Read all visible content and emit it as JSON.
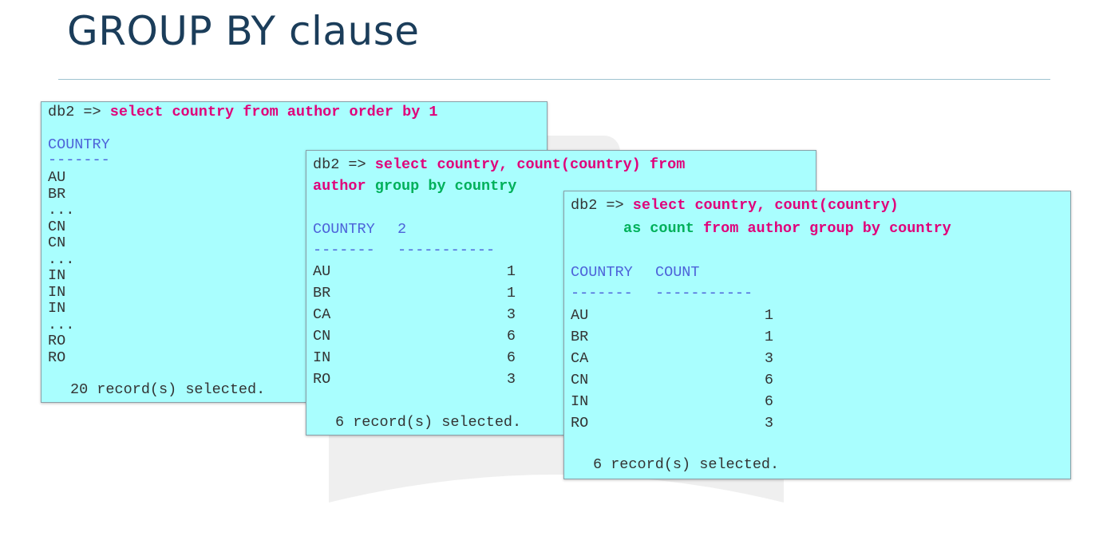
{
  "slide": {
    "title": "GROUP BY clause"
  },
  "colors": {
    "title": "#1b3d5a",
    "terminal_bg": "#a9fefe",
    "keyword": "#e0007a",
    "alias_keyword": "#00b05a",
    "header": "#4d63d9"
  },
  "terminal1": {
    "prompt": "db2 =>",
    "query": "select country from author order by 1",
    "header": "COUNTRY",
    "separator": "-------",
    "rows": [
      "AU",
      "BR",
      "...",
      "CN",
      "CN",
      "...",
      "IN",
      "IN",
      "IN",
      "...",
      "RO",
      "RO"
    ],
    "footer": "20 record(s) selected."
  },
  "terminal2": {
    "prompt": "db2 =>",
    "query_line1": "select country, count(country) from",
    "query_line2_kw1": "author",
    "query_line2_kw2": "group by country",
    "header_col1": "COUNTRY",
    "header_col2": "2",
    "separator_col1": "-------",
    "separator_col2": "-----------",
    "rows": [
      {
        "country": "AU",
        "count": "1"
      },
      {
        "country": "BR",
        "count": "1"
      },
      {
        "country": "CA",
        "count": "3"
      },
      {
        "country": "CN",
        "count": "6"
      },
      {
        "country": "IN",
        "count": "6"
      },
      {
        "country": "RO",
        "count": "3"
      }
    ],
    "footer": "6 record(s) selected."
  },
  "terminal3": {
    "prompt": "db2 =>",
    "query_line1": "select country, count(country)",
    "query_line2_as": "as count",
    "query_line2_rest": "from author group by country",
    "header_col1": "COUNTRY",
    "header_col2": "COUNT",
    "separator_col1": "-------",
    "separator_col2": "-----------",
    "rows": [
      {
        "country": "AU",
        "count": "1"
      },
      {
        "country": "BR",
        "count": "1"
      },
      {
        "country": "CA",
        "count": "3"
      },
      {
        "country": "CN",
        "count": "6"
      },
      {
        "country": "IN",
        "count": "6"
      },
      {
        "country": "RO",
        "count": "3"
      }
    ],
    "footer": "6 record(s) selected."
  }
}
